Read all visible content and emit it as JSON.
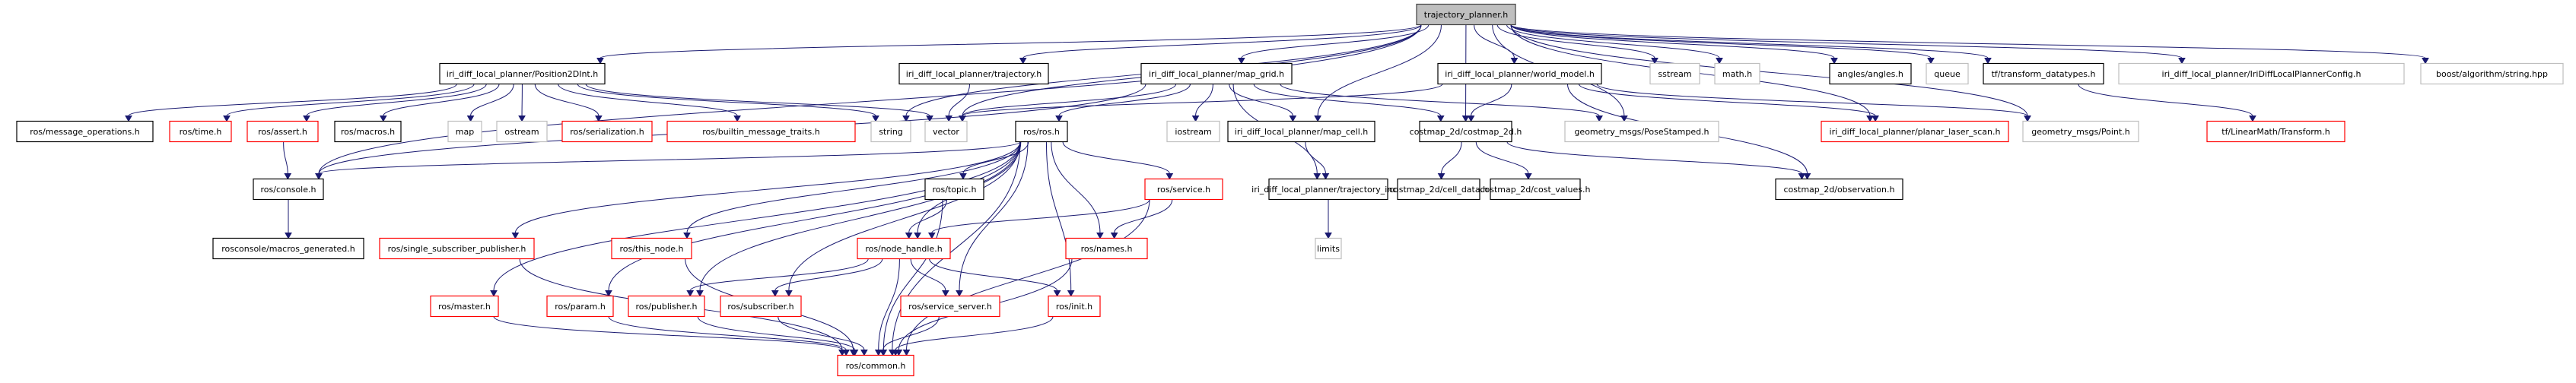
{
  "title": "trajectory_planner.h",
  "legend_colors": {
    "edge": "#191970",
    "root_fill": "#bfbfbf",
    "documented_border": "#000000",
    "undocumented_border": "#ff0000",
    "external_border": "#bfbfbf"
  },
  "nodes": [
    {
      "id": "trajectory_planner",
      "label": "trajectory_planner.h",
      "kind": "main"
    },
    {
      "id": "position2dint",
      "label": "iri_diff_local_planner/Position2DInt.h",
      "kind": "doc"
    },
    {
      "id": "trajectory",
      "label": "iri_diff_local_planner/trajectory.h",
      "kind": "doc"
    },
    {
      "id": "map_grid",
      "label": "iri_diff_local_planner/map_grid.h",
      "kind": "doc"
    },
    {
      "id": "world_model",
      "label": "iri_diff_local_planner/world_model.h",
      "kind": "doc"
    },
    {
      "id": "sstream",
      "label": "sstream",
      "kind": "ext"
    },
    {
      "id": "math",
      "label": "math.h",
      "kind": "ext"
    },
    {
      "id": "angles",
      "label": "angles/angles.h",
      "kind": "doc"
    },
    {
      "id": "queue",
      "label": "queue",
      "kind": "ext"
    },
    {
      "id": "transform_datatypes",
      "label": "tf/transform_datatypes.h",
      "kind": "doc"
    },
    {
      "id": "config",
      "label": "iri_diff_local_planner/IriDiffLocalPlannerConfig.h",
      "kind": "ext"
    },
    {
      "id": "boost_string",
      "label": "boost/algorithm/string.hpp",
      "kind": "ext"
    },
    {
      "id": "message_operations",
      "label": "ros/message_operations.h",
      "kind": "doc"
    },
    {
      "id": "time",
      "label": "ros/time.h",
      "kind": "nodoc"
    },
    {
      "id": "assert",
      "label": "ros/assert.h",
      "kind": "nodoc"
    },
    {
      "id": "macros",
      "label": "ros/macros.h",
      "kind": "doc"
    },
    {
      "id": "map",
      "label": "map",
      "kind": "ext"
    },
    {
      "id": "ostream",
      "label": "ostream",
      "kind": "ext"
    },
    {
      "id": "serialization",
      "label": "ros/serialization.h",
      "kind": "nodoc"
    },
    {
      "id": "builtin_traits",
      "label": "ros/builtin_message_traits.h",
      "kind": "nodoc"
    },
    {
      "id": "string",
      "label": "string",
      "kind": "ext"
    },
    {
      "id": "vector",
      "label": "vector",
      "kind": "ext"
    },
    {
      "id": "ros",
      "label": "ros/ros.h",
      "kind": "doc"
    },
    {
      "id": "iostream",
      "label": "iostream",
      "kind": "ext"
    },
    {
      "id": "map_cell",
      "label": "iri_diff_local_planner/map_cell.h",
      "kind": "doc"
    },
    {
      "id": "costmap_2d",
      "label": "costmap_2d/costmap_2d.h",
      "kind": "doc"
    },
    {
      "id": "pose_stamped",
      "label": "geometry_msgs/PoseStamped.h",
      "kind": "ext"
    },
    {
      "id": "planar_laser_scan",
      "label": "iri_diff_local_planner/planar_laser_scan.h",
      "kind": "nodoc"
    },
    {
      "id": "point",
      "label": "geometry_msgs/Point.h",
      "kind": "ext"
    },
    {
      "id": "lm_transform",
      "label": "tf/LinearMath/Transform.h",
      "kind": "nodoc"
    },
    {
      "id": "console",
      "label": "ros/console.h",
      "kind": "doc"
    },
    {
      "id": "topic",
      "label": "ros/topic.h",
      "kind": "doc"
    },
    {
      "id": "service",
      "label": "ros/service.h",
      "kind": "nodoc"
    },
    {
      "id": "trajectory_inc",
      "label": "iri_diff_local_planner/trajectory_inc.h",
      "kind": "doc"
    },
    {
      "id": "cell_data",
      "label": "costmap_2d/cell_data.h",
      "kind": "doc"
    },
    {
      "id": "cost_values",
      "label": "costmap_2d/cost_values.h",
      "kind": "doc"
    },
    {
      "id": "observation",
      "label": "costmap_2d/observation.h",
      "kind": "doc"
    },
    {
      "id": "macros_generated",
      "label": "rosconsole/macros_generated.h",
      "kind": "doc"
    },
    {
      "id": "single_sub_pub",
      "label": "ros/single_subscriber_publisher.h",
      "kind": "nodoc"
    },
    {
      "id": "this_node",
      "label": "ros/this_node.h",
      "kind": "nodoc"
    },
    {
      "id": "node_handle",
      "label": "ros/node_handle.h",
      "kind": "nodoc"
    },
    {
      "id": "names",
      "label": "ros/names.h",
      "kind": "nodoc"
    },
    {
      "id": "limits",
      "label": "limits",
      "kind": "ext"
    },
    {
      "id": "master",
      "label": "ros/master.h",
      "kind": "nodoc"
    },
    {
      "id": "param",
      "label": "ros/param.h",
      "kind": "nodoc"
    },
    {
      "id": "publisher",
      "label": "ros/publisher.h",
      "kind": "nodoc"
    },
    {
      "id": "subscriber",
      "label": "ros/subscriber.h",
      "kind": "nodoc"
    },
    {
      "id": "service_server",
      "label": "ros/service_server.h",
      "kind": "nodoc"
    },
    {
      "id": "init",
      "label": "ros/init.h",
      "kind": "nodoc"
    },
    {
      "id": "common",
      "label": "ros/common.h",
      "kind": "nodoc"
    }
  ],
  "edges": [
    [
      "trajectory_planner",
      "position2dint"
    ],
    [
      "trajectory_planner",
      "trajectory"
    ],
    [
      "trajectory_planner",
      "map_grid"
    ],
    [
      "trajectory_planner",
      "world_model"
    ],
    [
      "trajectory_planner",
      "sstream"
    ],
    [
      "trajectory_planner",
      "math"
    ],
    [
      "trajectory_planner",
      "angles"
    ],
    [
      "trajectory_planner",
      "queue"
    ],
    [
      "trajectory_planner",
      "transform_datatypes"
    ],
    [
      "trajectory_planner",
      "config"
    ],
    [
      "trajectory_planner",
      "boost_string"
    ],
    [
      "trajectory_planner",
      "string"
    ],
    [
      "trajectory_planner",
      "vector"
    ],
    [
      "trajectory_planner",
      "console"
    ],
    [
      "trajectory_planner",
      "map_cell"
    ],
    [
      "trajectory_planner",
      "costmap_2d"
    ],
    [
      "trajectory_planner",
      "pose_stamped"
    ],
    [
      "trajectory_planner",
      "planar_laser_scan"
    ],
    [
      "trajectory_planner",
      "point"
    ],
    [
      "position2dint",
      "message_operations"
    ],
    [
      "position2dint",
      "time"
    ],
    [
      "position2dint",
      "assert"
    ],
    [
      "position2dint",
      "macros"
    ],
    [
      "position2dint",
      "map"
    ],
    [
      "position2dint",
      "ostream"
    ],
    [
      "position2dint",
      "serialization"
    ],
    [
      "position2dint",
      "builtin_traits"
    ],
    [
      "position2dint",
      "string"
    ],
    [
      "position2dint",
      "vector"
    ],
    [
      "trajectory",
      "vector"
    ],
    [
      "map_grid",
      "vector"
    ],
    [
      "map_grid",
      "ros"
    ],
    [
      "map_grid",
      "iostream"
    ],
    [
      "map_grid",
      "map_cell"
    ],
    [
      "map_grid",
      "costmap_2d"
    ],
    [
      "map_grid",
      "pose_stamped"
    ],
    [
      "map_grid",
      "trajectory_inc"
    ],
    [
      "map_grid",
      "console"
    ],
    [
      "world_model",
      "vector"
    ],
    [
      "world_model",
      "costmap_2d"
    ],
    [
      "world_model",
      "point"
    ],
    [
      "world_model",
      "planar_laser_scan"
    ],
    [
      "world_model",
      "observation"
    ],
    [
      "transform_datatypes",
      "lm_transform"
    ],
    [
      "assert",
      "console"
    ],
    [
      "console",
      "macros_generated"
    ],
    [
      "ros",
      "console"
    ],
    [
      "ros",
      "single_sub_pub"
    ],
    [
      "ros",
      "this_node"
    ],
    [
      "ros",
      "master"
    ],
    [
      "ros",
      "param"
    ],
    [
      "ros",
      "publisher"
    ],
    [
      "ros",
      "subscriber"
    ],
    [
      "ros",
      "topic"
    ],
    [
      "ros",
      "node_handle"
    ],
    [
      "ros",
      "service_server"
    ],
    [
      "ros",
      "init"
    ],
    [
      "ros",
      "names"
    ],
    [
      "ros",
      "service"
    ],
    [
      "ros",
      "common"
    ],
    [
      "topic",
      "node_handle"
    ],
    [
      "topic",
      "common"
    ],
    [
      "service",
      "node_handle"
    ],
    [
      "service",
      "names"
    ],
    [
      "service",
      "common"
    ],
    [
      "node_handle",
      "publisher"
    ],
    [
      "node_handle",
      "subscriber"
    ],
    [
      "node_handle",
      "service_server"
    ],
    [
      "node_handle",
      "init"
    ],
    [
      "node_handle",
      "common"
    ],
    [
      "map_cell",
      "trajectory_inc"
    ],
    [
      "trajectory_inc",
      "limits"
    ],
    [
      "costmap_2d",
      "cell_data"
    ],
    [
      "costmap_2d",
      "cost_values"
    ],
    [
      "costmap_2d",
      "observation"
    ],
    [
      "single_sub_pub",
      "common"
    ],
    [
      "this_node",
      "common"
    ],
    [
      "master",
      "common"
    ],
    [
      "param",
      "common"
    ],
    [
      "publisher",
      "common"
    ],
    [
      "subscriber",
      "common"
    ],
    [
      "service_server",
      "common"
    ],
    [
      "init",
      "common"
    ],
    [
      "names",
      "common"
    ]
  ]
}
